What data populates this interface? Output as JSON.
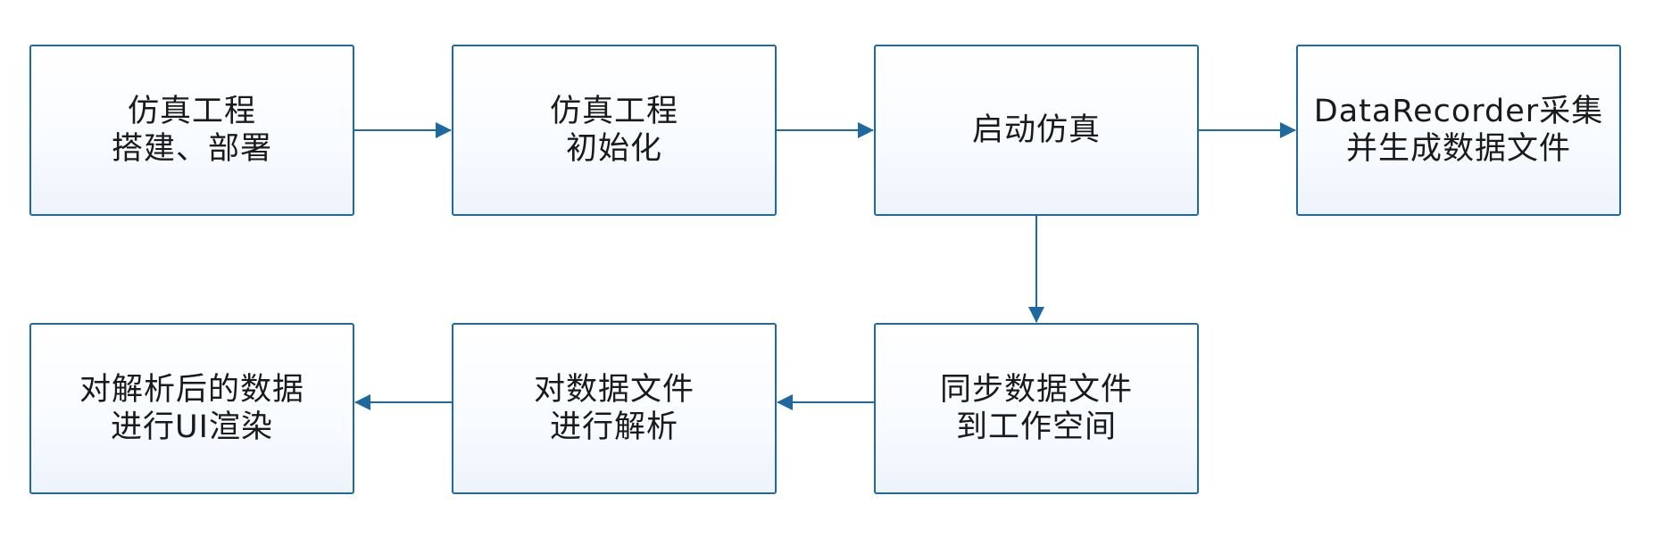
{
  "colors": {
    "border": "#1e6aa0",
    "arrow": "#1e6aa0",
    "text": "#1a1a1a",
    "fill_top": "#ffffff",
    "fill_bottom": "#eef3fb"
  },
  "nodes": {
    "setup": {
      "line1": "仿真工程",
      "line2": "搭建、部署"
    },
    "init": {
      "line1": "仿真工程",
      "line2": "初始化"
    },
    "start": {
      "line1": "启动仿真"
    },
    "record": {
      "line1": "DataRecorder采集",
      "line2": "并生成数据文件"
    },
    "sync": {
      "line1": "同步数据文件",
      "line2": "到工作空间"
    },
    "parse": {
      "line1": "对数据文件",
      "line2": "进行解析"
    },
    "render": {
      "line1": "对解析后的数据",
      "line2": "进行UI渲染"
    }
  }
}
